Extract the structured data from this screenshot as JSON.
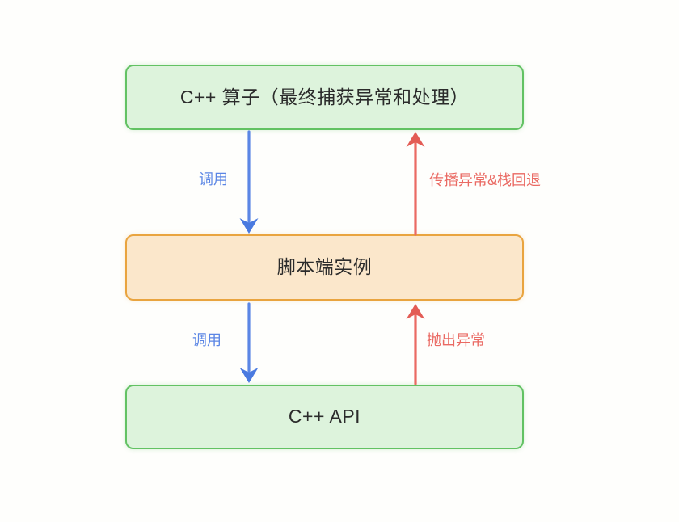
{
  "diagram": {
    "title": "C++ operator / script instance / C++ API exception flow",
    "background_color": "#fefefc",
    "nodes": [
      {
        "id": "operator",
        "label": "C++ 算子（最终捕获异常和处理）",
        "fill_color": "#ddf3dc",
        "border_color": "#62c263"
      },
      {
        "id": "script-instance",
        "label": "脚本端实例",
        "fill_color": "#fbe7cb",
        "border_color": "#e9a43f"
      },
      {
        "id": "cpp-api",
        "label": "C++ API",
        "fill_color": "#ddf3dc",
        "border_color": "#62c263"
      }
    ],
    "edges": [
      {
        "id": "call-upper",
        "label": "调用",
        "color": "#5b86e5",
        "direction": "down",
        "from": "operator",
        "to": "script-instance"
      },
      {
        "id": "propagate",
        "label": "传播异常&栈回退",
        "color": "#ea6a63",
        "direction": "up",
        "from": "script-instance",
        "to": "operator"
      },
      {
        "id": "call-lower",
        "label": "调用",
        "color": "#5b86e5",
        "direction": "down",
        "from": "script-instance",
        "to": "cpp-api"
      },
      {
        "id": "throw",
        "label": "抛出异常",
        "color": "#ea6a63",
        "direction": "up",
        "from": "cpp-api",
        "to": "script-instance"
      }
    ]
  }
}
